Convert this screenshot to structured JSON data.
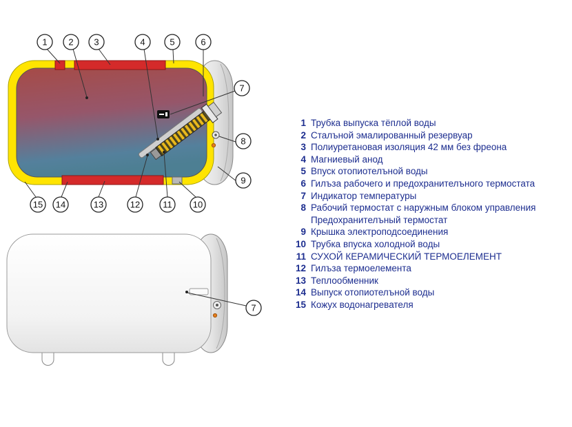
{
  "legend": {
    "items": [
      {
        "num": "1",
        "text": "Трубка выпуска тёплой воды"
      },
      {
        "num": "2",
        "text": "Сталъной эмалированный резервуар"
      },
      {
        "num": "3",
        "text": "Полиуретановая изоляция 42 мм без фреона"
      },
      {
        "num": "4",
        "text": "Магниевый анод"
      },
      {
        "num": "5",
        "text": "Впуск отопиотелъной воды"
      },
      {
        "num": "6",
        "text": "Гилъза рабочего и предохранителъного термостата"
      },
      {
        "num": "7",
        "text": "Индикатор температуры"
      },
      {
        "num": "8",
        "text": "Рабочий термостат с наружным блоком управления",
        "text2": "Предохранителъный термостат"
      },
      {
        "num": "9",
        "text": "Крышка электроподсоединения"
      },
      {
        "num": "10",
        "text": "Трубка впуска холодной воды"
      },
      {
        "num": "11",
        "text": "СУХОЙ КЕРАМИЧЕСКИЙ ТЕРМОЕЛЕМЕНТ"
      },
      {
        "num": "12",
        "text": "Гилъза термоелемента"
      },
      {
        "num": "13",
        "text": "Теплообменник"
      },
      {
        "num": "14",
        "text": "Выпуск отопиотелъной воды"
      },
      {
        "num": "15",
        "text": "Кожух водонагревателя"
      }
    ]
  },
  "callouts": {
    "top": [
      "1",
      "2",
      "3",
      "4",
      "5",
      "6"
    ],
    "right": [
      "7",
      "8",
      "9"
    ],
    "bottom": [
      "15",
      "14",
      "13",
      "12",
      "11",
      "10"
    ],
    "exterior": [
      "7"
    ]
  },
  "colors": {
    "legend_text": "#1c2d8f",
    "insulation_yellow": "#ffe400",
    "heat_exchanger_red": "#d42a2a",
    "indicator_orange": "#e67d1a"
  }
}
